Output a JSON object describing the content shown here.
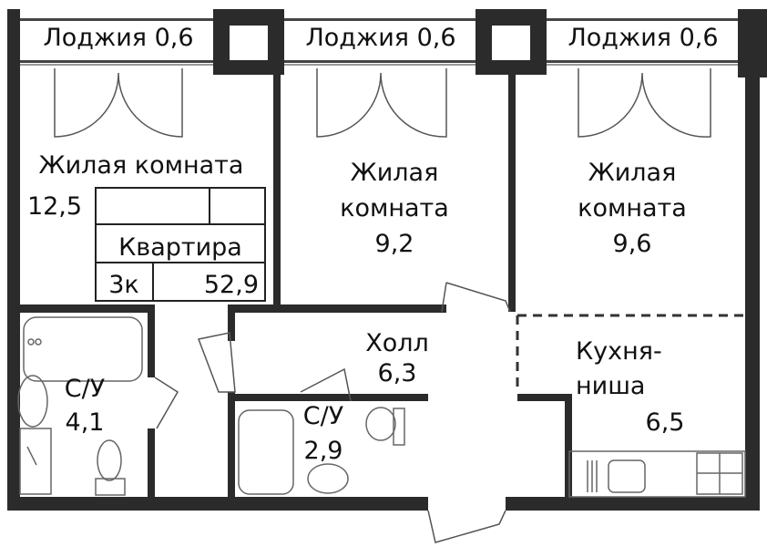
{
  "loggias": [
    {
      "label": "Лоджия 0,6"
    },
    {
      "label": "Лоджия 0,6"
    },
    {
      "label": "Лоджия 0,6"
    }
  ],
  "rooms": {
    "living1": {
      "name": "Жилая комната",
      "area": "12,5"
    },
    "living2": {
      "name1": "Жилая",
      "name2": "комната",
      "area": "9,2"
    },
    "living3": {
      "name1": "Жилая",
      "name2": "комната",
      "area": "9,6"
    },
    "hall": {
      "name": "Холл",
      "area": "6,3"
    },
    "kitchen": {
      "name1": "Кухня-",
      "name2": "ниша",
      "area": "6,5"
    },
    "bath1": {
      "name": "С/У",
      "area": "4,1"
    },
    "bath2": {
      "name": "С/У",
      "area": "2,9"
    }
  },
  "stamp": {
    "title": "Квартира",
    "type": "3к",
    "total_area": "52,9"
  }
}
